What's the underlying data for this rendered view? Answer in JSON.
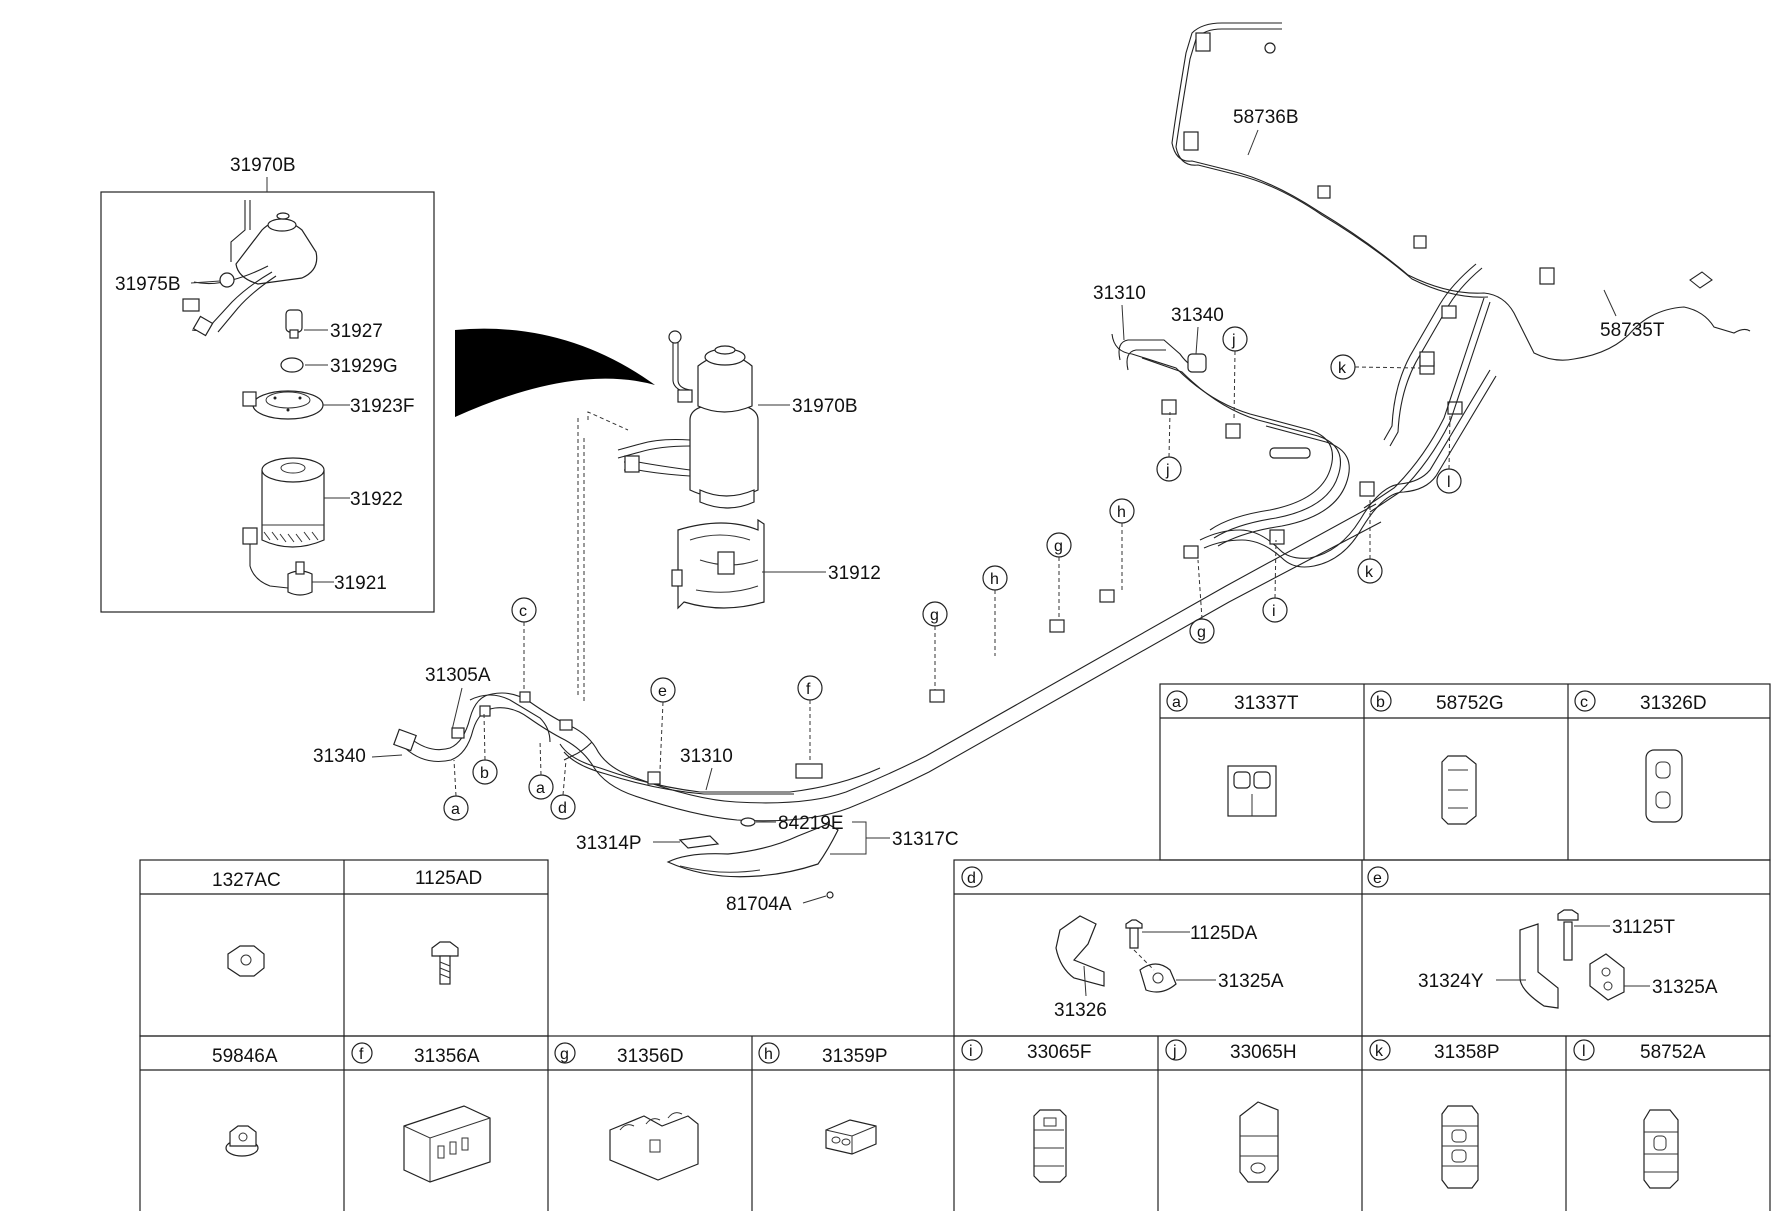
{
  "diagram": {
    "labels": {
      "p31970B_top": "31970B",
      "p31975B": "31975B",
      "p31927": "31927",
      "p31929G": "31929G",
      "p31923F": "31923F",
      "p31922": "31922",
      "p31921": "31921",
      "p31970B": "31970B",
      "p31912": "31912",
      "p31305A": "31305A",
      "p31340_left": "31340",
      "p31310_mid": "31310",
      "p84219E": "84219E",
      "p31317C": "31317C",
      "p31314P": "31314P",
      "p81704A": "81704A",
      "p31310_right": "31310",
      "p31340_right": "31340",
      "p58736B": "58736B",
      "p58735T": "58735T"
    },
    "callouts": {
      "c_a1": "a",
      "c_b": "b",
      "c_c": "c",
      "c_a2": "a",
      "c_d": "d",
      "c_e": "e",
      "c_f": "f",
      "c_g1": "g",
      "c_h1": "h",
      "c_g2": "g",
      "c_h2": "h",
      "c_g3": "g",
      "c_i": "i",
      "c_j1": "j",
      "c_j2": "j",
      "c_k1": "k",
      "c_k2": "k",
      "c_l": "l"
    },
    "table_top": [
      {
        "letter": "a",
        "part": "31337T"
      },
      {
        "letter": "b",
        "part": "58752G"
      },
      {
        "letter": "c",
        "part": "31326D"
      }
    ],
    "table_mid": {
      "c1": "1327AC",
      "c2": "1125AD",
      "d_letter": "d",
      "e_letter": "e",
      "d_parts": [
        "1125DA",
        "31325A",
        "31326"
      ],
      "e_parts": [
        "31125T",
        "31324Y",
        "31325A"
      ]
    },
    "table_bottom": [
      {
        "letter": "",
        "part": "59846A"
      },
      {
        "letter": "f",
        "part": "31356A"
      },
      {
        "letter": "g",
        "part": "31356D"
      },
      {
        "letter": "h",
        "part": "31359P"
      },
      {
        "letter": "i",
        "part": "33065F"
      },
      {
        "letter": "j",
        "part": "33065H"
      },
      {
        "letter": "k",
        "part": "31358P"
      },
      {
        "letter": "l",
        "part": "58752A"
      }
    ]
  }
}
